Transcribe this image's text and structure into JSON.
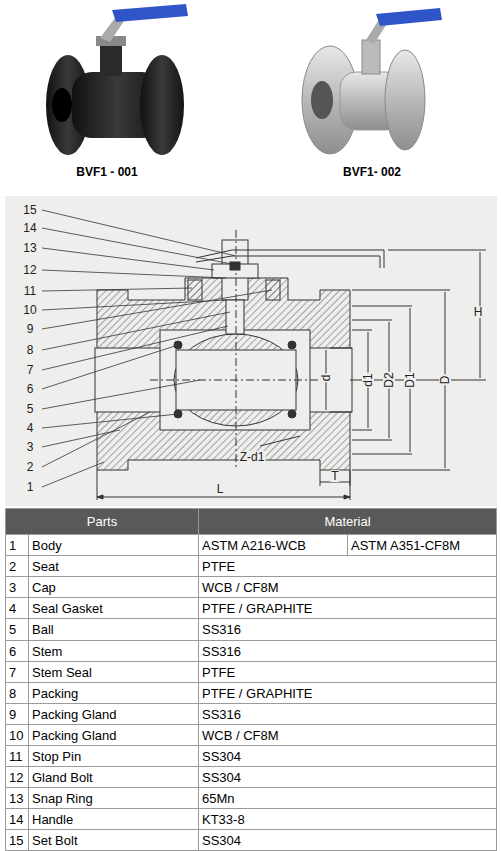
{
  "diagram": {
    "labels": [
      "BVF1 - 001",
      "BVF1- 002",
      "15",
      "14",
      "13",
      "12",
      "11",
      "10",
      "9",
      "8",
      "7",
      "6",
      "5",
      "4",
      "3",
      "2",
      "1",
      "H",
      "d",
      "d1",
      "D2",
      "D1",
      "D",
      "Z-d1",
      "T",
      "L",
      "Parts",
      "Material",
      "1",
      "Body",
      "ASTM A216-WCB",
      "ASTM A351-CF8M",
      "2",
      "Seat",
      "PTFE",
      "3",
      "Cap",
      "WCB / CF8M",
      "4",
      "Seal Gasket",
      "PTFE / GRAPHITE",
      "5",
      "Ball",
      "SS316",
      "6",
      "Stem",
      "SS316",
      "7",
      "Stem Seal",
      "PTFE",
      "8",
      "Packing",
      "PTFE / GRAPHITE",
      "9",
      "Packing Gland",
      "SS316",
      "10",
      "Packing Gland",
      "WCB / CF8M",
      "11",
      "Stop Pin",
      "SS304",
      "12",
      "Gland Bolt",
      "SS304",
      "13",
      "Snap Ring",
      "65Mn",
      "14",
      "Handle",
      "KT33-8",
      "15",
      "Set Bolt",
      "SS304"
    ]
  }
}
